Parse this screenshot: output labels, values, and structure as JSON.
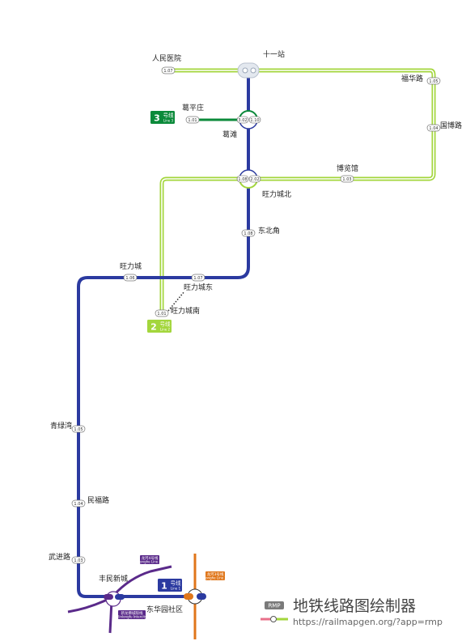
{
  "lines": {
    "line1": {
      "num": "1",
      "zh": "号线",
      "en": "Line 1",
      "color": "#2b3aa0"
    },
    "line2": {
      "num": "2",
      "zh": "号线",
      "en": "Line 2",
      "color": "#a3d63c"
    },
    "line3": {
      "num": "3",
      "zh": "号线",
      "en": "Line 3",
      "color": "#0b8a3a"
    },
    "longhe4": {
      "zh": "龙河4号线",
      "en": "Longhe Line 4",
      "color": "#5a2a8a"
    },
    "xinlongfu": {
      "zh": "新龙佛城际线",
      "en": "Xinlongfu Intercity",
      "color": "#5a2a8a"
    },
    "longhe3": {
      "zh": "龙河3号线",
      "en": "Longhe Line 3",
      "color": "#e0761a"
    }
  },
  "stations": {
    "renmin_yiyuan": {
      "name": "人民医院",
      "code": "1.07"
    },
    "shiyi_zhan": {
      "name": "十一站"
    },
    "fuhua_lu": {
      "name": "福华路",
      "code": "1.05"
    },
    "guobo_lu": {
      "name": "国博路",
      "code": "1.04"
    },
    "geping_zhuang": {
      "name": "葛平庄",
      "code": "1.01"
    },
    "getan": {
      "name": "葛滩",
      "code_a": "3.02",
      "code_b": "1.10"
    },
    "bolan_guan": {
      "name": "博览馆",
      "code": "1.03"
    },
    "wangli_chengbei": {
      "name": "旺力城北",
      "code_a": "1.08",
      "code_b": "2.02"
    },
    "dongbei_jiao": {
      "name": "东北角",
      "code": "1.08"
    },
    "wangli_cheng": {
      "name": "旺力城",
      "code": "1.06"
    },
    "wangli_chengdong": {
      "name": "旺力城东",
      "code": "1.07"
    },
    "wangli_chengnan": {
      "name": "旺力城南",
      "code": "1.01"
    },
    "qinglu_wan": {
      "name": "青绿湾",
      "code": "1.05"
    },
    "minfu_lu": {
      "name": "民福路",
      "code": "1.04"
    },
    "wujin_lu": {
      "name": "武进路",
      "code": "1.03"
    },
    "fengmin_xincheng": {
      "name": "丰民新城"
    },
    "donghua_yuan": {
      "name": "东华园社区"
    }
  },
  "brand": {
    "tag": "RMP",
    "title": "地铁线路图绘制器",
    "url": "https://railmapgen.org/?app=rmp"
  }
}
